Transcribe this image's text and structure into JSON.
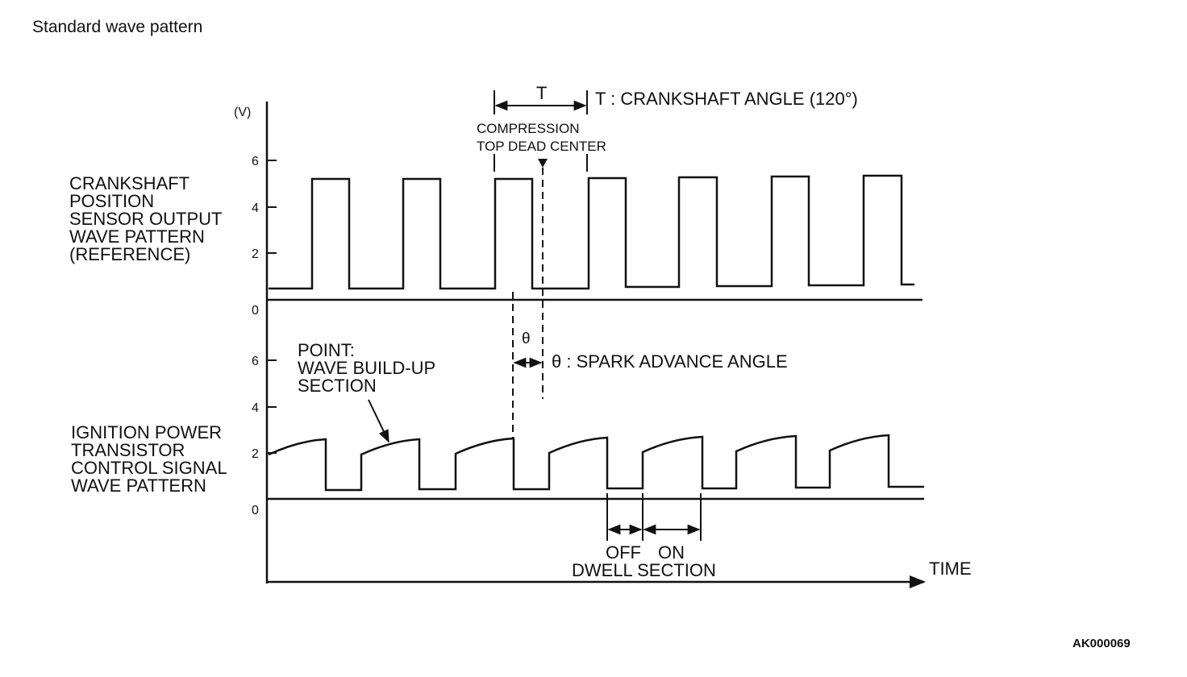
{
  "title": "Standard wave pattern",
  "figure_code": "AK000069",
  "unit_label": "(V)",
  "upper_ticks": [
    "6",
    "4",
    "2",
    "0"
  ],
  "lower_ticks": [
    "6",
    "4",
    "2",
    "0"
  ],
  "crank_label": [
    "CRANKSHAFT",
    "POSITION",
    "SENSOR OUTPUT",
    "WAVE PATTERN",
    "(REFERENCE)"
  ],
  "ign_label": [
    "IGNITION POWER",
    "TRANSISTOR",
    "CONTROL SIGNAL",
    "WAVE PATTERN"
  ],
  "t_symbol": "T",
  "t_caption": "T : CRANKSHAFT ANGLE (120°)",
  "tdc_label": [
    "COMPRESSION",
    "TOP DEAD CENTER"
  ],
  "theta_symbol": "θ",
  "theta_caption": "θ : SPARK ADVANCE ANGLE",
  "point_label": [
    "POINT:",
    "WAVE BUILD-UP",
    "SECTION"
  ],
  "off_label": "OFF",
  "on_label": "ON",
  "dwell_label": "DWELL SECTION",
  "time_label": "TIME",
  "colors": {
    "line": "#111111",
    "background": "#ffffff"
  }
}
